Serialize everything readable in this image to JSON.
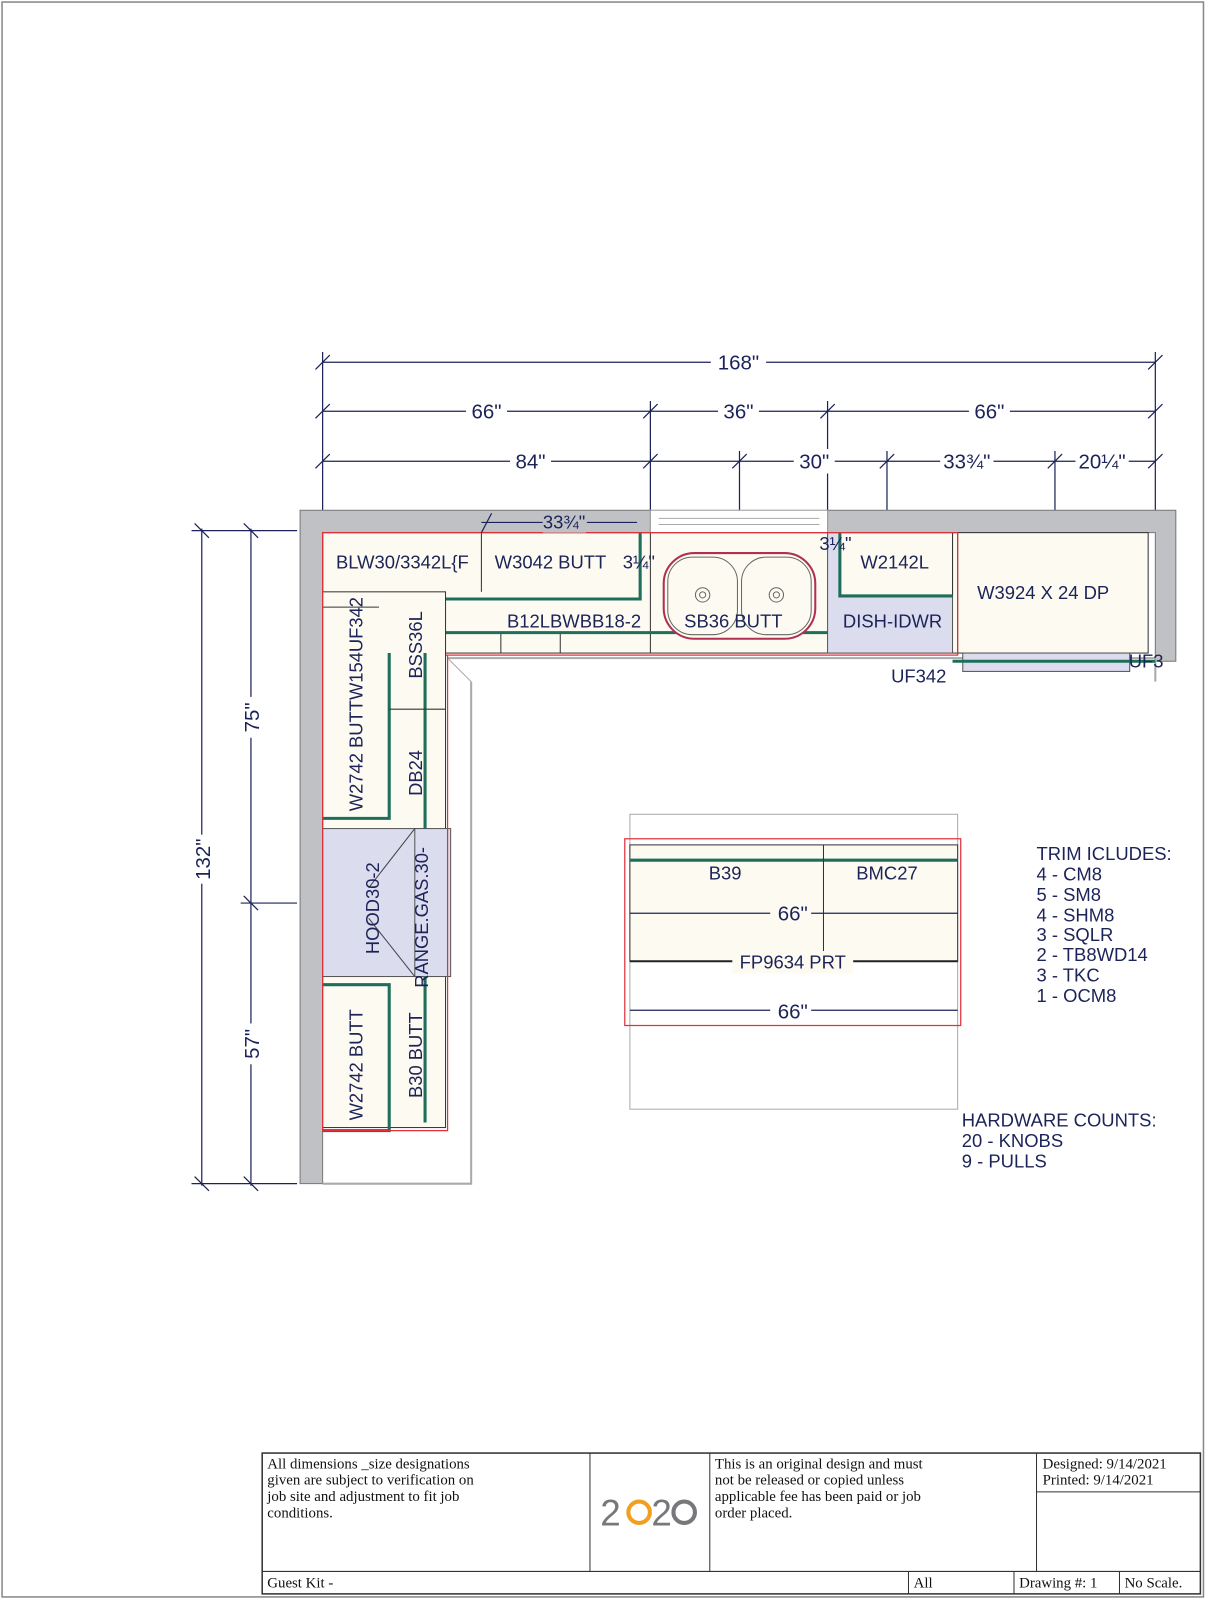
{
  "dimensions": {
    "overall_width": "168\"",
    "wall_segments": [
      "66\"",
      "36\"",
      "66\""
    ],
    "base_segments": [
      "84\"",
      "30\"",
      "33¾\"",
      "20¼\""
    ],
    "upper_cabinet_span": "33¾\"",
    "filler_left": "3¼\"",
    "filler_right": "3¼\"",
    "overall_height": "132\"",
    "left_upper": "75\"",
    "left_lower": "57\"",
    "island_width": "66\"",
    "island_top_width": "66\""
  },
  "cabinets": {
    "blind_wall": "BLW30/3342L{F",
    "w3042": "W3042 BUTT",
    "b12": "B12LBWBB18-2",
    "sink": "SB36 BUTT",
    "w2142": "W2142L",
    "dish": "DISH-IDWR",
    "w3924": "W3924 X 24 DP",
    "uf342_a": "UF342",
    "uf3": "UF3",
    "w2742_top": "W2742 BUTTW154UF342",
    "bss36": "BSS36L",
    "db24": "DB24",
    "hood": "HOOD30-2",
    "range": "RANGE.GAS.30-",
    "w2742_bottom": "W2742 BUTT",
    "b30": "B30 BUTT",
    "b39": "B39",
    "bmc27": "BMC27",
    "fp9634": "FP9634 PRT"
  },
  "notes": {
    "trim_title": "TRIM ICLUDES:",
    "trim_items": [
      "4 - CM8",
      "5 - SM8",
      "4 - SHM8",
      "3 - SQLR",
      "2 - TB8WD14",
      "3 - TKC",
      "1 - OCM8"
    ],
    "hardware_title": "HARDWARE COUNTS:",
    "hardware_items": [
      "20 - KNOBS",
      "9 - PULLS"
    ]
  },
  "title_block": {
    "disclaimer": [
      "All dimensions _size designations",
      "given are subject to verification on",
      "job site and adjustment to fit job",
      "conditions."
    ],
    "logo": "2020",
    "copyright": [
      "This is an original design and must",
      "not be released or copied unless",
      "applicable fee has been paid or job",
      "order placed."
    ],
    "designed": "Designed: 9/14/2021",
    "printed": "Printed: 9/14/2021",
    "project": "Guest Kit -",
    "view": "All",
    "drawing": "Drawing #: 1",
    "scale": "No Scale."
  },
  "colors": {
    "wall": "#bfc1c4",
    "cabinet": "#fdfbf1",
    "appliance": "#dcdcef",
    "countertop_outline": "#e0303a",
    "door_line": "#1f6e5c",
    "logo_orange": "#f0a020",
    "logo_gray": "#77787b"
  }
}
